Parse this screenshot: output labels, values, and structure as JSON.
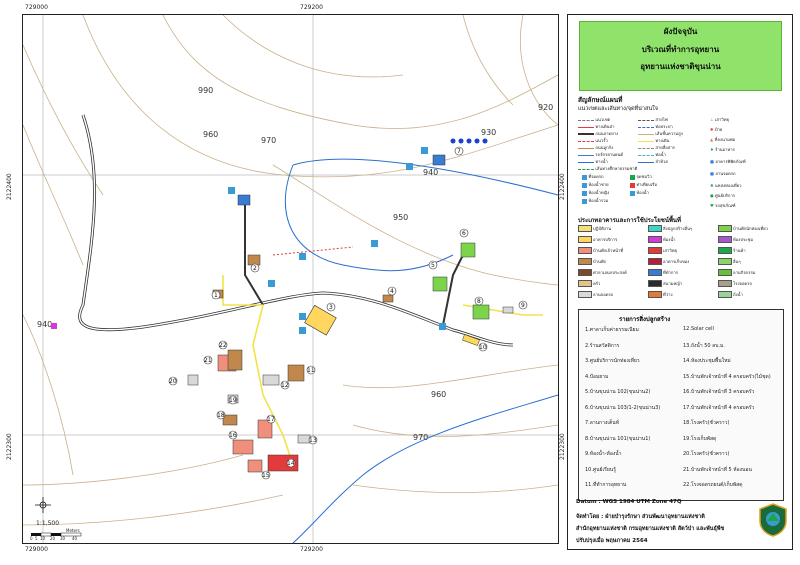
{
  "coords": {
    "x_ticks": [
      "729000",
      "729200"
    ],
    "y_ticks": [
      "2122400",
      "2122300"
    ]
  },
  "contours": [
    "990",
    "970",
    "960",
    "950",
    "940",
    "930",
    "920",
    "960",
    "970",
    "940"
  ],
  "scale": {
    "text": "1:1,500",
    "units": "Meters",
    "ticks": [
      "0",
      "5",
      "10",
      "20",
      "30",
      "40"
    ]
  },
  "title": {
    "line1": "ผังปัจจุบัน",
    "line2": "บริเวณที่ทำการอุทยาน",
    "line3": "อุทยานแห่งชาติขุนน่าน"
  },
  "legend": {
    "heading": "สัญลักษณ์แผนที่",
    "subheading": "แนวเขตและเส้นทาง/จุดที่น่าสนใจ",
    "lines_left": [
      "แนวเขต",
      "ทางเดินป่า",
      "ถนนลาดยาง",
      "แนวรั้ว",
      "ถนนลูกรัง",
      "รถจักรยานยนต์",
      "ทางน้ำ",
      "เส้นทางศึกษาธรรมชาติ"
    ],
    "lines_right": [
      "สายไฟ",
      "ท่อประปา",
      "เส้นชั้นความสูง",
      "ทางเดิน",
      "สายสื่อสาร",
      "ท่อน้ำ",
      "ลำห้วย"
    ],
    "symbols_right": [
      "เสาวิทยุ",
      "ป้าย",
      "ที่ลงนามพ่อ",
      "ร้านอาหาร",
      "อาคารพิพิธภัณฑ์",
      "ลานจอดรถ",
      "แหล่งท่องเที่ยว",
      "ศูนย์บริการ",
      "รถสุขภัณฑ์"
    ],
    "symbols_mid": [
      "ที่จอดรถ",
      "จุดชมวิว",
      "ท่าเทียบเรือ",
      "ห้องน้ำ",
      "ห้องน้ำชาย",
      "ห้องน้ำหญิง",
      "ห้องน้ำรวม"
    ],
    "landuse_heading": "ประเภทอาคารและการใช้ประโยชน์พื้นที่",
    "landuse": [
      {
        "label": "ปฏิบัติงาน",
        "color": "#f4e07a"
      },
      {
        "label": "อาคารบริการ",
        "color": "#ffd75e"
      },
      {
        "label": "บ้านพักเจ้าหน้าที่",
        "color": "#f08f7c"
      },
      {
        "label": "บ้านพัก",
        "color": "#c0884a"
      },
      {
        "label": "ศาลาเอนกประสงค์",
        "color": "#7a4a2a"
      },
      {
        "label": "ครัว",
        "color": "#e6c38a"
      },
      {
        "label": "ลานจอดรถ",
        "color": "#d9d9d9"
      },
      {
        "label": "สิ่งปลูกสร้างอื่นๆ",
        "color": "#3cd6c4"
      },
      {
        "label": "ห้องน้ำ",
        "color": "#d43bd4"
      },
      {
        "label": "เสาวิทยุ",
        "color": "#e23b3b"
      },
      {
        "label": "อาคารเก็บของ",
        "color": "#b31e3b"
      },
      {
        "label": "ที่ทำการ",
        "color": "#3a7bd4"
      },
      {
        "label": "สนามหญ้า",
        "color": "#2a2a2a"
      },
      {
        "label": "ที่ว่าง",
        "color": "#e07b3a"
      },
      {
        "label": "บ้านพักนักท่องเที่ยว",
        "color": "#7bd44a"
      },
      {
        "label": "ห้องประชุม",
        "color": "#a05acd"
      },
      {
        "label": "ร้านค้า",
        "color": "#1aa64a"
      },
      {
        "label": "อื่นๆ",
        "color": "#8bd46a"
      },
      {
        "label": "ลานกิจกรรม",
        "color": "#6abf3a"
      },
      {
        "label": "โรงจอดรถ",
        "color": "#a8a08a"
      },
      {
        "label": "ถังน้ำ",
        "color": "#9bd49b"
      }
    ]
  },
  "buildings": {
    "heading": "รายการสิ่งปลูกสร้าง",
    "left": [
      "1.ศาลาเก็บค่าธรรมเนียม",
      "2.ร้านสวัสดิการ",
      "3.ศูนย์บริการนักท่องเที่ยว",
      "4.ป้อมยาม",
      "5.บ้านขุนน่าน 102(ขุนน่าน2)",
      "6.บ้านขุนน่าน 103/1-2(ขุนน่าน3)",
      "7.ลานกางเต็นท์",
      "8.บ้านขุนน่าน 101(ขุนน่าน1)",
      "9.ห้องน้ำ-ห้องน้ำ",
      "10.ศูนย์เรียนรู้",
      "11.ที่ทำการอุทยาน"
    ],
    "right": [
      "12.Solar cell",
      "13.ถังน้ำ 50 ลบ.ม.",
      "14.ห้องประชุมพื้นใหม่",
      "15.บ้านพักเจ้าหน้าที่ 4 ครอบครัว(ไม้ชุด)",
      "16.บ้านพักเจ้าหน้าที่ 3 ครอบครัว",
      "17.บ้านพักเจ้าหน้าที่ 4 ครอบครัว",
      "18.โรงครัว(ชั่วคราว)",
      "19.โรงเก็บพัสดุ",
      "20.โรงครัว(ชั่วคราว)",
      "21.บ้านพักเจ้าหน้าที่ 5 ห้องนอน",
      "22.โรงจอดรถยนต์/เก็บพัสดุ"
    ]
  },
  "footer": {
    "datum": "Datum  : WGS 1984 UTM Zone 47Q",
    "by1": "จัดทำโดย  :  ฝ่ายบำรุงรักษา ส่วนพัฒนาอุทยานแห่งชาติ",
    "by2": "สำนักอุทยานแห่งชาติ  กรมอุทยานแห่งชาติ สัตว์ป่า และพันธุ์พืช",
    "updated": "ปรับปรุงเมื่อ  พฤษภาคม 2564"
  },
  "map_numbers": [
    "1",
    "2",
    "3",
    "4",
    "5",
    "6",
    "7",
    "8",
    "9",
    "10",
    "11",
    "12",
    "13",
    "14",
    "15",
    "16",
    "17",
    "18",
    "19",
    "20",
    "21",
    "22"
  ],
  "colors": {
    "road": "#333333",
    "path_yellow": "#f2e24a",
    "stream": "#2a6fd1",
    "contour": "#c9b08a",
    "title_bg": "#8fe36a"
  }
}
